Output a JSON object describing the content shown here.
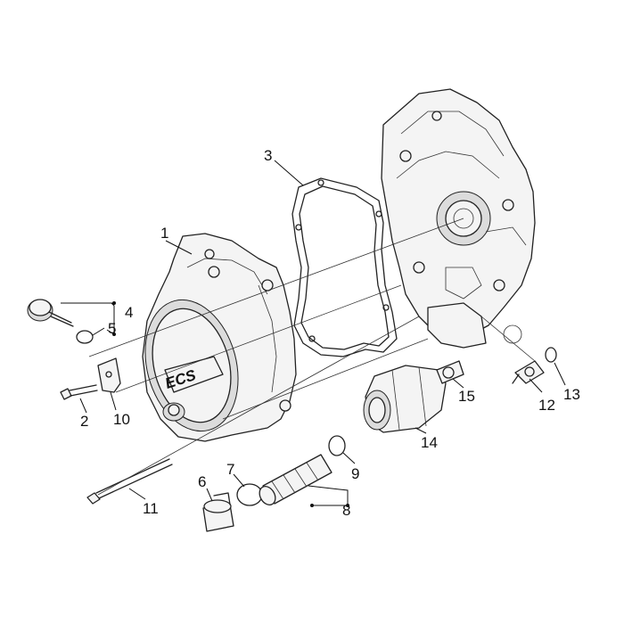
{
  "callouts": [
    {
      "id": "c1",
      "text": "1"
    },
    {
      "id": "c2",
      "text": "2"
    },
    {
      "id": "c3",
      "text": "3"
    },
    {
      "id": "c4",
      "text": "4"
    },
    {
      "id": "c5",
      "text": "5"
    },
    {
      "id": "c6",
      "text": "6"
    },
    {
      "id": "c7",
      "text": "7"
    },
    {
      "id": "c8",
      "text": "8"
    },
    {
      "id": "c9",
      "text": "9"
    },
    {
      "id": "c10",
      "text": "10"
    },
    {
      "id": "c11",
      "text": "11"
    },
    {
      "id": "c12",
      "text": "12"
    },
    {
      "id": "c13",
      "text": "13"
    },
    {
      "id": "c14",
      "text": "14"
    },
    {
      "id": "c15",
      "text": "15"
    }
  ],
  "cover_logo": "ECS"
}
